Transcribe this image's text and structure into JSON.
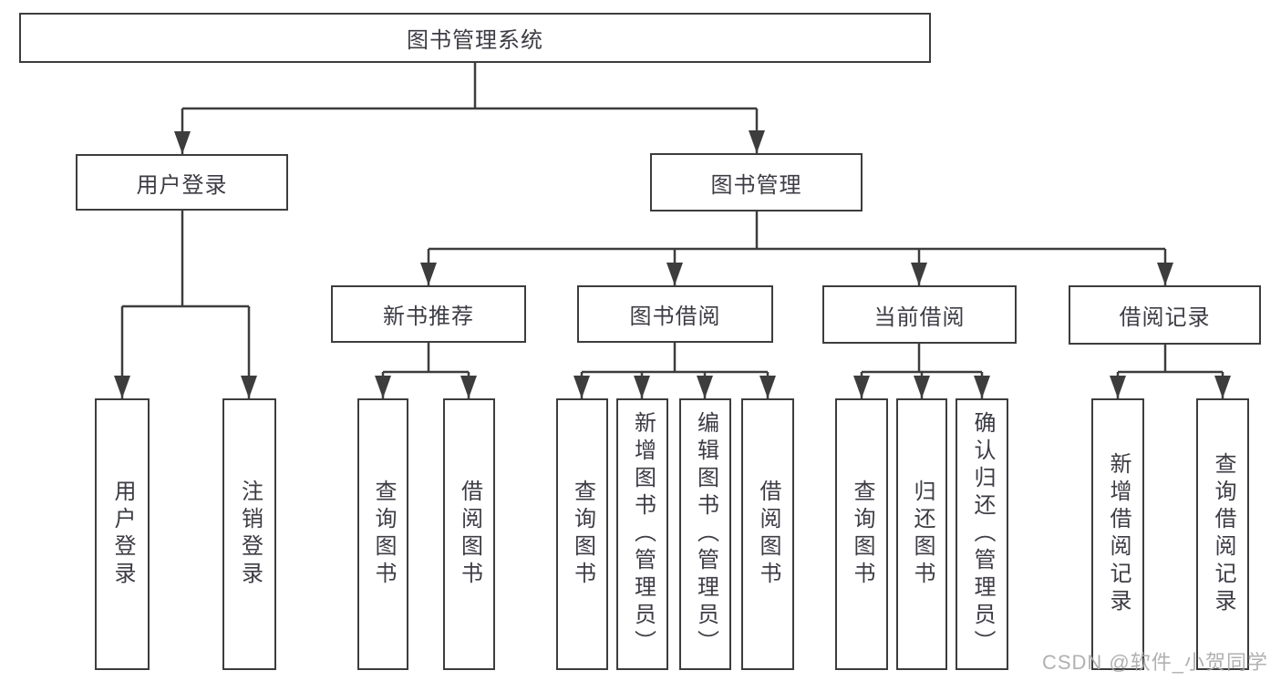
{
  "diagram": {
    "root": {
      "label": "图书管理系统"
    },
    "user_login": {
      "label": "用户登录",
      "items": [
        "用户登录",
        "注销登录"
      ]
    },
    "book_mgmt": {
      "label": "图书管理",
      "children": {
        "new_book": {
          "label": "新书推荐",
          "items": [
            "查询图书",
            "借阅图书"
          ]
        },
        "book_borrow": {
          "label": "图书借阅",
          "items": [
            "查询图书",
            "新增图书（管理员）",
            "编辑图书（管理员）",
            "借阅图书"
          ]
        },
        "current_borrow": {
          "label": "当前借阅",
          "items": [
            "查询图书",
            "归还图书",
            "确认归还（管理员）"
          ]
        },
        "borrow_records": {
          "label": "借阅记录",
          "items": [
            "新增借阅记录",
            "查询借阅记录"
          ]
        }
      }
    },
    "watermark": "CSDN @软件_小贺同学",
    "colors": {
      "line": "#3d3d3d",
      "text": "#3c3c44",
      "background": "#ffffff"
    }
  }
}
